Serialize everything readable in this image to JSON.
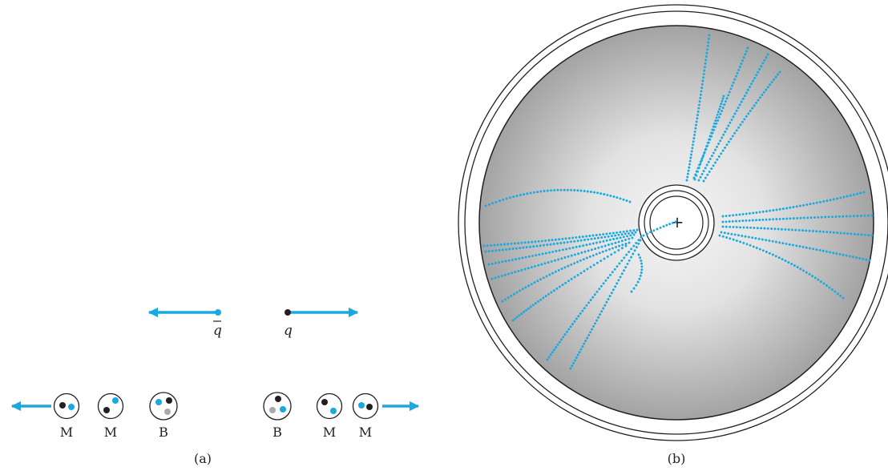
{
  "panel_a": {
    "caption": "(a)",
    "antiquark_label": "q",
    "quark_label": "q",
    "hadrons": [
      {
        "label": "M",
        "kind": "meson"
      },
      {
        "label": "M",
        "kind": "meson"
      },
      {
        "label": "B",
        "kind": "baryon"
      },
      {
        "label": "B",
        "kind": "baryon"
      },
      {
        "label": "M",
        "kind": "meson"
      },
      {
        "label": "M",
        "kind": "meson"
      }
    ]
  },
  "panel_b": {
    "caption": "(b)",
    "center_mark": "+"
  },
  "colors": {
    "quark_blue": "#19a8e0",
    "quark_black": "#231f20",
    "quark_gray": "#a7a9ac",
    "outline": "#231f20",
    "detector_light": "#f4f4f4",
    "detector_dark": "#a0a0a0"
  }
}
